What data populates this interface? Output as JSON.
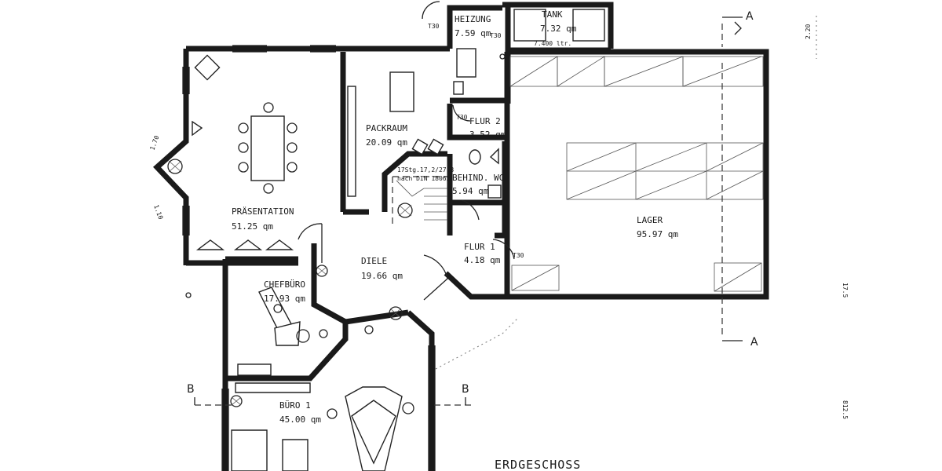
{
  "title": "ERDGESCHOSS",
  "rooms": [
    {
      "id": "heizung",
      "name": "HEIZUNG",
      "area": "7.59 qm"
    },
    {
      "id": "tank",
      "name": "TANK",
      "area": "7.32 qm",
      "note": "7.400 ltr."
    },
    {
      "id": "packraum",
      "name": "PACKRAUM",
      "area": "20.09 qm"
    },
    {
      "id": "flur2",
      "name": "FLUR 2",
      "area": "3.52 qm"
    },
    {
      "id": "behind-wc",
      "name": "BEHIND. WC",
      "area": "5.94 qm"
    },
    {
      "id": "praesentation",
      "name": "PRÄSENTATION",
      "area": "51.25 qm"
    },
    {
      "id": "lager",
      "name": "LAGER",
      "area": "95.97 qm"
    },
    {
      "id": "flur1",
      "name": "FLUR 1",
      "area": "4.18 qm"
    },
    {
      "id": "diele",
      "name": "DIELE",
      "area": "19.66 qm"
    },
    {
      "id": "chefbuero",
      "name": "CHEFBÜRO",
      "area": "17.93 qm"
    },
    {
      "id": "buero1",
      "name": "BÜRO 1",
      "area": "45.00 qm"
    }
  ],
  "fire_doors": [
    "T30",
    "T30",
    "T30",
    "T30"
  ],
  "stair_note": [
    "17Stg.17,2/27,8",
    "nach DIN 18065"
  ],
  "section_markers": {
    "a_top": "A",
    "a_bottom": "A",
    "b_left": "B",
    "b_right": "B"
  },
  "dimensions": [
    "1.70",
    "1.10",
    "2.20",
    "17.5",
    "812.5"
  ]
}
